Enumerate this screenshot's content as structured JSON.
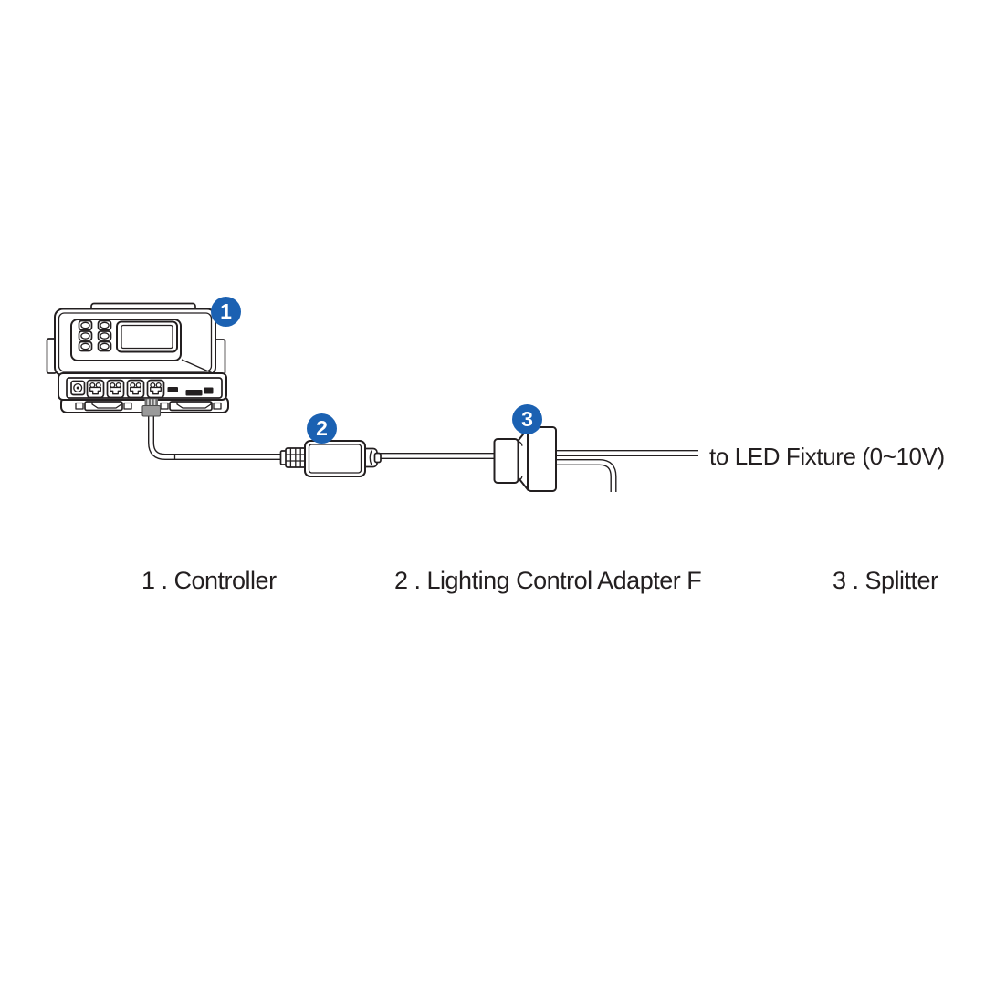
{
  "colors": {
    "background": "#FFFFFF",
    "line": "#231F20",
    "badge_blue": "#1B61B2",
    "connector_grey": "#9A9A9A",
    "connector_grey_dark": "#6F6F6F"
  },
  "badges": [
    {
      "number": "1"
    },
    {
      "number": "2"
    },
    {
      "number": "3"
    }
  ],
  "fixture_label": "to LED Fixture (0~10V)",
  "legend": [
    {
      "number": "1",
      "label": "Controller",
      "text": "1 . Controller"
    },
    {
      "number": "2",
      "label": "Lighting Control Adapter F",
      "text": "2 . Lighting Control Adapter F"
    },
    {
      "number": "3",
      "label": "Splitter",
      "text": "3 . Splitter"
    }
  ]
}
